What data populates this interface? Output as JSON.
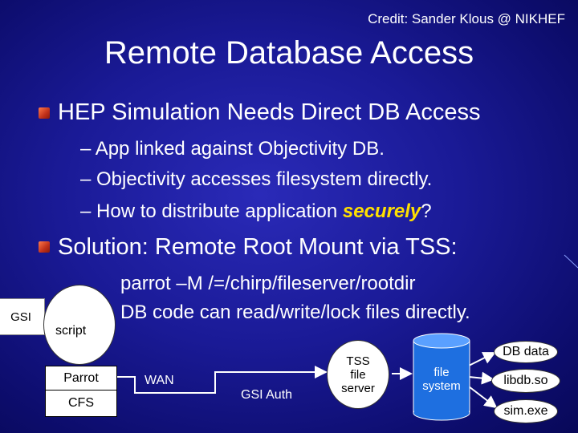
{
  "credit": "Credit: Sander Klous @ NIKHEF",
  "title": "Remote Database Access",
  "bullets": [
    {
      "heading": "HEP Simulation Needs Direct DB Access",
      "subs": [
        {
          "prefix": "– App linked against Objectivity DB."
        },
        {
          "prefix": "– Objectivity accesses filesystem directly."
        },
        {
          "prefix": "– How to distribute application ",
          "emphasis": "securely",
          "suffix": "?"
        }
      ]
    },
    {
      "heading": "Solution: Remote Root Mount via TSS:",
      "lines": [
        "parrot –M /=/chirp/fileserver/rootdir",
        "DB code can read/write/lock files directly."
      ]
    }
  ],
  "diagram": {
    "gsi_card": "GSI",
    "script": "script",
    "parrot": "Parrot",
    "cfs": "CFS",
    "wan": "WAN",
    "gsi_auth": "GSI Auth",
    "tss": "TSS file server",
    "filesystem": "file system",
    "db_data": "DB data",
    "libdb": "libdb.so",
    "simexe": "sim.exe"
  },
  "colors": {
    "background": "#1a1a96",
    "text": "#ffffff",
    "emphasis": "#ffe000",
    "bullet": "#c0301a",
    "cylinder": "#1e6fe0"
  }
}
